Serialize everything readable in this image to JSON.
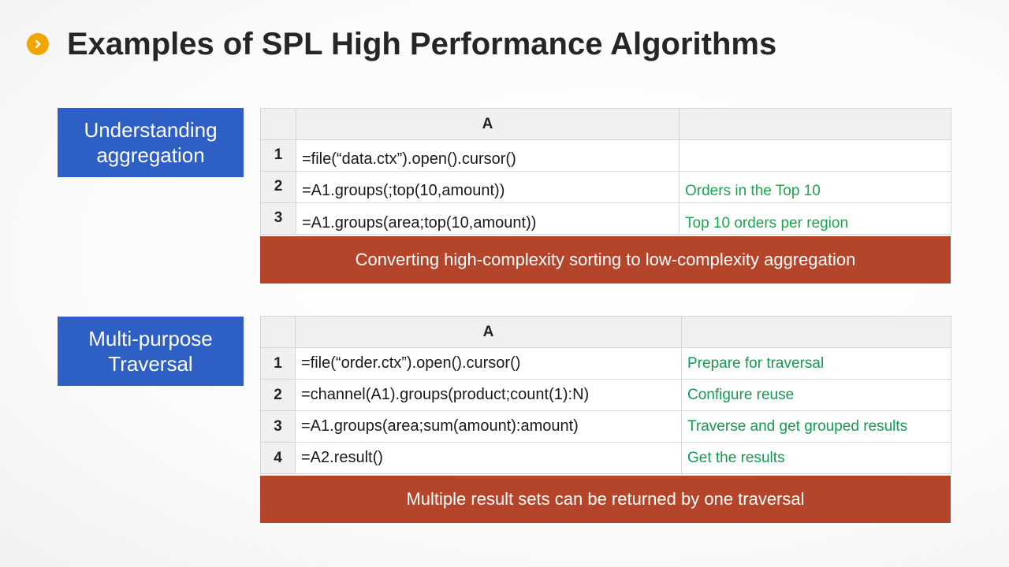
{
  "slide": {
    "title": "Examples of SPL High Performance Algorithms",
    "bullet_icon": "chevron-right-icon",
    "bullet_color": "#f0a500",
    "accent_blue": "#2d5fc4",
    "accent_red": "#b5452a",
    "note_green": "#1aa64a"
  },
  "section1": {
    "tag_line1": "Understanding",
    "tag_line2": "aggregation",
    "header_col_a": "A",
    "header_col_b": "",
    "rows": [
      {
        "num": "1",
        "code": "=file(“data.ctx”).open().cursor()",
        "note": ""
      },
      {
        "num": "2",
        "code": "=A1.groups(;top(10,amount))",
        "note": "Orders in the Top 10"
      },
      {
        "num": "3",
        "code": "=A1.groups(area;top(10,amount))",
        "note": "Top 10 orders per region"
      }
    ],
    "banner": "Converting high-complexity sorting to low-complexity aggregation"
  },
  "section2": {
    "tag_line1": "Multi-purpose",
    "tag_line2": "Traversal",
    "header_col_a": "A",
    "header_col_b": "",
    "rows": [
      {
        "num": "1",
        "code": "=file(“order.ctx”).open().cursor()",
        "note": "Prepare for traversal"
      },
      {
        "num": "2",
        "code": "=channel(A1).groups(product;count(1):N)",
        "note": "Configure reuse"
      },
      {
        "num": "3",
        "code": "=A1.groups(area;sum(amount):amount)",
        "note": "Traverse and get grouped results"
      },
      {
        "num": "4",
        "code": "=A2.result()",
        "note": "Get the results"
      }
    ],
    "banner": "Multiple result sets can be returned by one traversal"
  }
}
